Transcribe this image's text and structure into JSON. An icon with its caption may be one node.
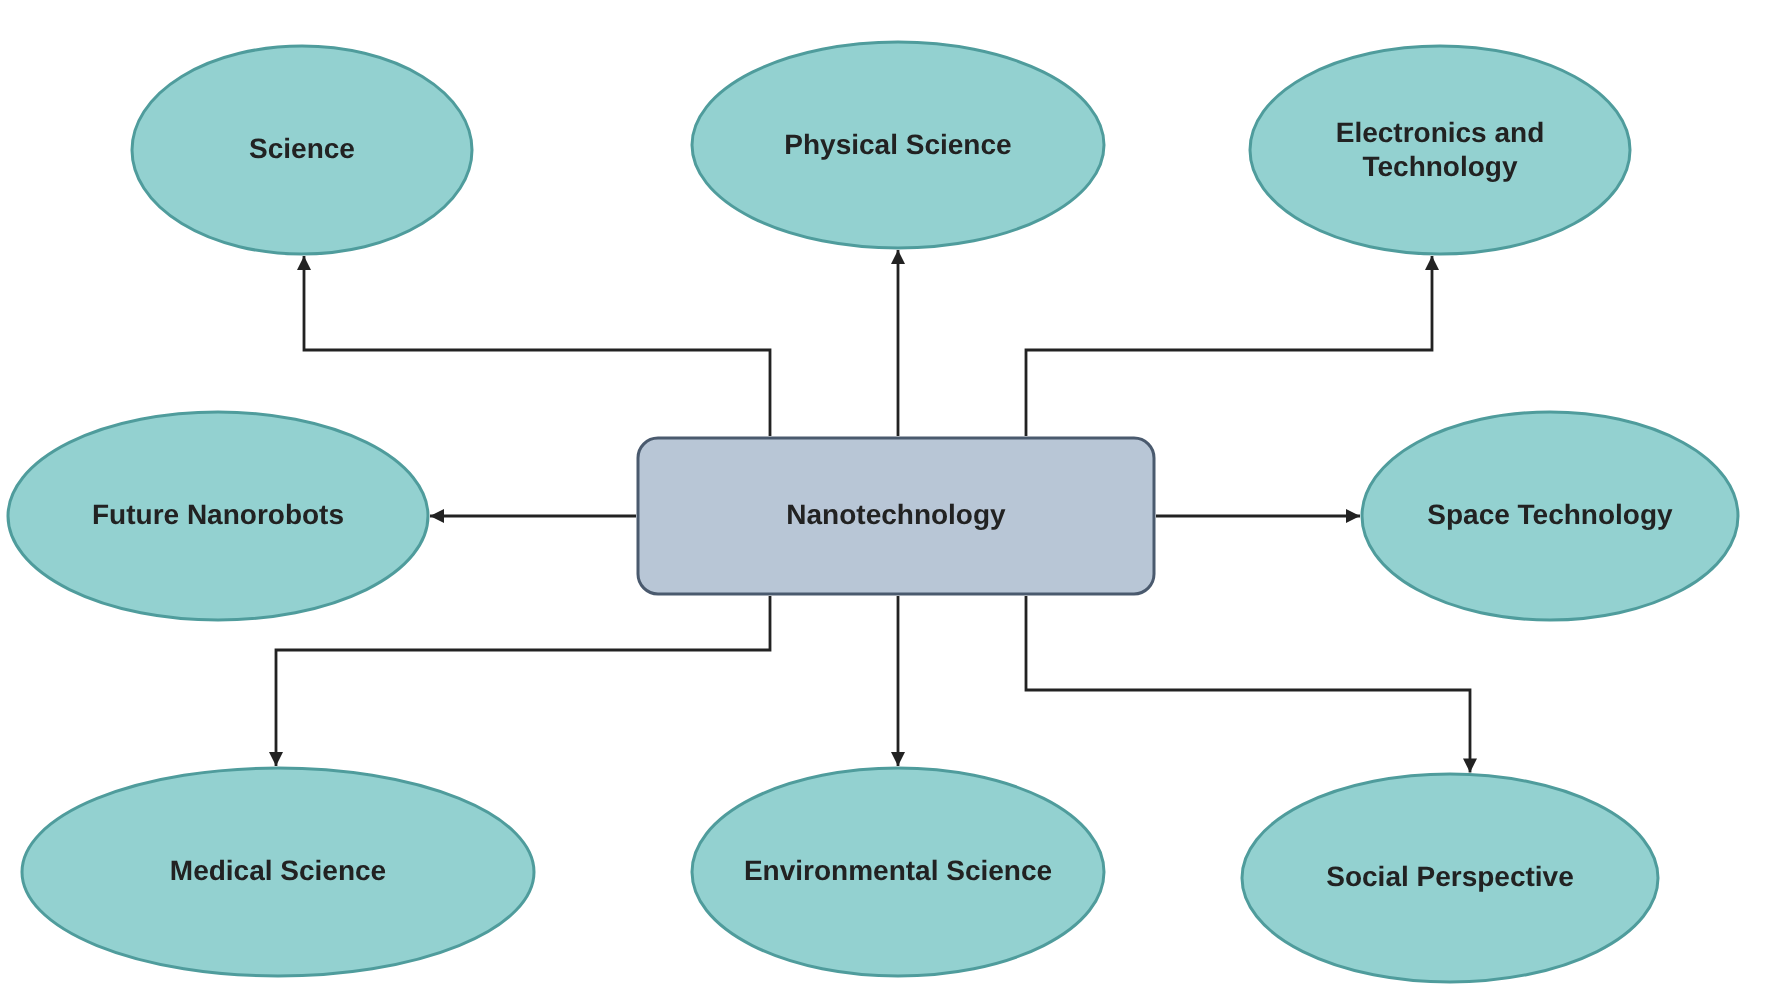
{
  "diagram": {
    "nodes": [
      {
        "text": [
          "Science"
        ]
      },
      {
        "text": [
          "Physical Science"
        ]
      },
      {
        "text": [
          "Electronics and Technology"
        ]
      },
      {
        "text": [
          "Future Nanorobots"
        ]
      },
      {
        "text": [
          "Nanotechnology"
        ]
      },
      {
        "text": [
          "Space Technology"
        ]
      },
      {
        "text": [
          "Medical Science"
        ]
      },
      {
        "text": [
          "Environmental Science"
        ]
      },
      {
        "text": [
          "Social Perspective"
        ]
      }
    ],
    "edges": [
      {
        "from": 4,
        "to": 0,
        "arrow": "to"
      },
      {
        "from": 4,
        "to": 1,
        "arrow": "to"
      },
      {
        "from": 4,
        "to": 2,
        "arrow": "to"
      },
      {
        "from": 4,
        "to": 3,
        "arrow": "to"
      },
      {
        "from": 4,
        "to": 5,
        "arrow": "to"
      },
      {
        "from": 4,
        "to": 6,
        "arrow": "to"
      },
      {
        "from": 4,
        "to": 7,
        "arrow": "to"
      },
      {
        "from": 4,
        "to": 8,
        "arrow": "to"
      }
    ]
  }
}
